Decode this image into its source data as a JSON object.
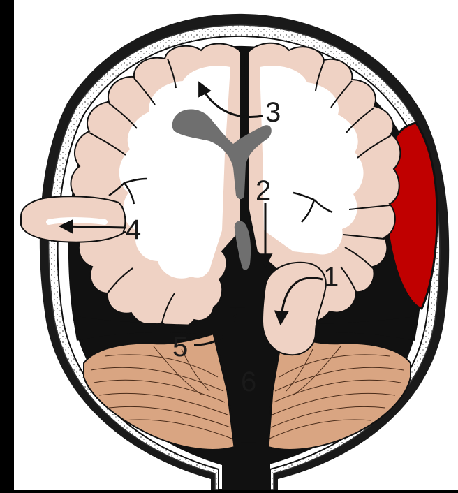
{
  "labels": {
    "l1": "1",
    "l2": "2",
    "l3": "3",
    "l4": "4",
    "l5": "5",
    "l6": "6"
  },
  "colors": {
    "background": "#000000",
    "panel": "#ffffff",
    "skull": "#ffffff",
    "brain_tissue": "#efd2c4",
    "cerebellum": "#d9a582",
    "ventricle": "#6f6f6f",
    "hematoma": "#c00000",
    "outline": "#000000"
  }
}
